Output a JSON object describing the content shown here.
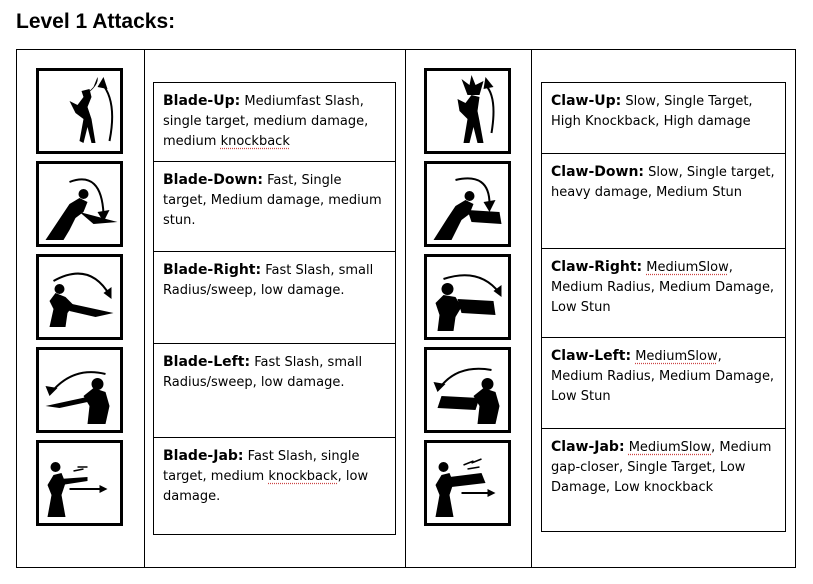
{
  "page": {
    "title": "Level 1 Attacks:"
  },
  "blade": [
    {
      "name": "Blade-Up:",
      "pre": "Mediumfast Slash, single target, medium damage, medium ",
      "sq": "knockback",
      "post": "",
      "icon": "blade-up-icon"
    },
    {
      "name": "Blade-Down:",
      "pre": "Fast, Single target, Medium damage, medium stun.",
      "sq": "",
      "post": "",
      "icon": "blade-down-icon"
    },
    {
      "name": "Blade-Right:",
      "pre": "Fast Slash, small Radius/sweep, low damage.",
      "sq": "",
      "post": "",
      "icon": "blade-right-icon"
    },
    {
      "name": "Blade-Left:",
      "pre": "Fast Slash, small Radius/sweep, low damage.",
      "sq": "",
      "post": "",
      "icon": "blade-left-icon"
    },
    {
      "name": "Blade-Jab:",
      "pre": "Fast Slash, single target, medium ",
      "sq": "knockback",
      "post": ", low damage.",
      "icon": "blade-jab-icon"
    }
  ],
  "claw": [
    {
      "name": "Claw-Up:",
      "pre": "Slow, Single Target, High Knockback, High damage",
      "sq": "",
      "post": "",
      "icon": "claw-up-icon"
    },
    {
      "name": "Claw-Down:",
      "pre": "Slow, Single target, heavy damage, Medium Stun",
      "sq": "",
      "post": "",
      "icon": "claw-down-icon"
    },
    {
      "name": "Claw-Right:",
      "pre": "",
      "sq": "MediumSlow",
      "post": ", Medium Radius, Medium Damage, Low Stun",
      "icon": "claw-right-icon"
    },
    {
      "name": "Claw-Left:",
      "pre": "",
      "sq": "MediumSlow",
      "post": ", Medium Radius, Medium Damage, Low Stun",
      "icon": "claw-left-icon"
    },
    {
      "name": "Claw-Jab:",
      "pre": "",
      "sq": "MediumSlow",
      "post": ", Medium gap-closer, Single Target, Low Damage, Low knockback",
      "icon": "claw-jab-icon"
    }
  ]
}
